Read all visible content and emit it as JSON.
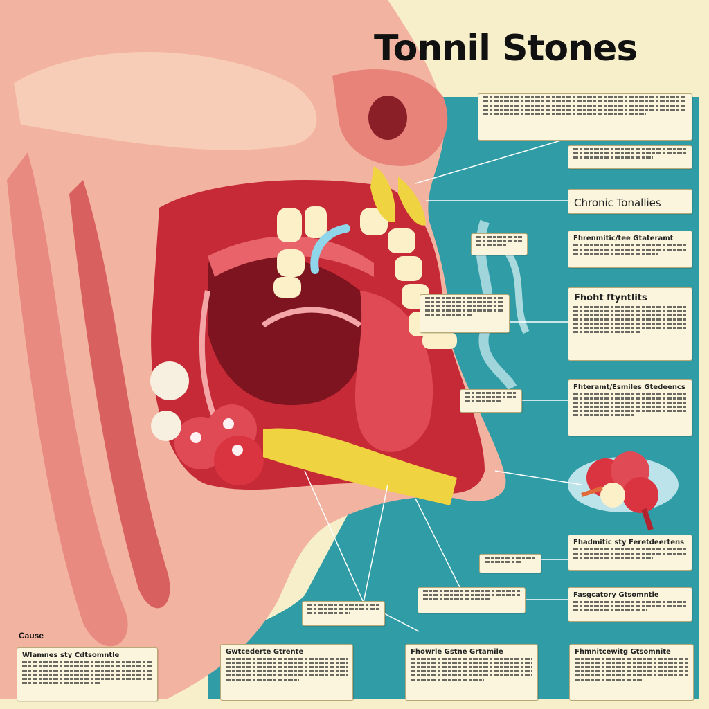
{
  "title": "Tonnil Stones",
  "labels": {
    "chronic": "Chronic Tonallies",
    "fhoht": "Fhoht ftyntlits",
    "cause": "Cause",
    "box_a": "Fhrenmitic/tee Gtateramt",
    "box_b": "Fhteramt/Esmiles Gtedeencs",
    "box_c": "Fhadmitic sty Feretdeertens",
    "box_d": "Fasgcatory Gtsomntle",
    "bottom_1": "Wlamnes sty Cdtsomntle",
    "bottom_2": "Gwtcederte Gtrente",
    "bottom_3": "Fhowrle Gstne Grtamile",
    "bottom_4": "Fhmnitcewitg Gtsomnite"
  },
  "colors": {
    "background": "#f7efc9",
    "panel": "#2f9ca6",
    "skin": "#f2b3a0",
    "tissue": "#d9343f",
    "tonsil": "#e04a55",
    "tooth": "#fbf0c8",
    "stone": "#f0d340"
  }
}
